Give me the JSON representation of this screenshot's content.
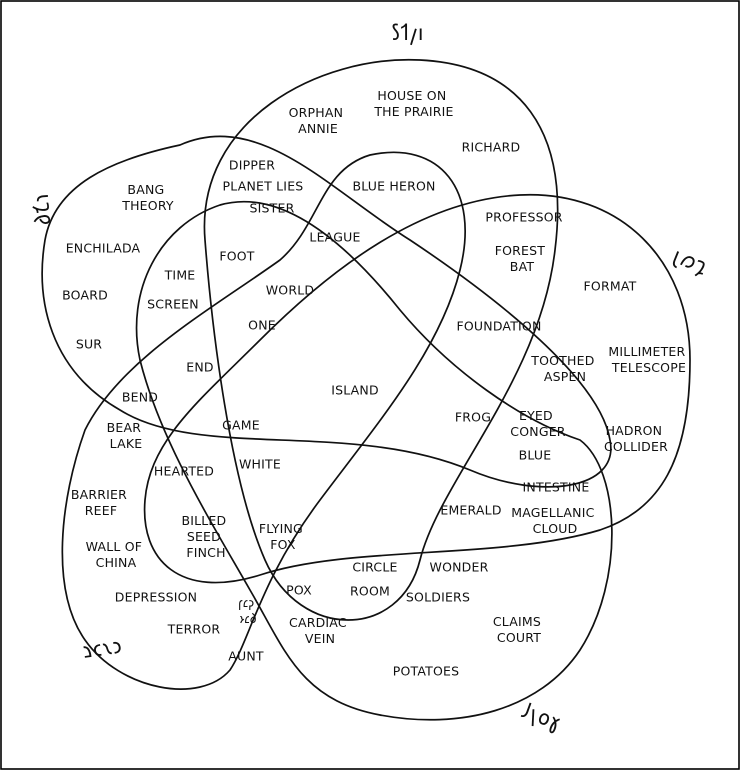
{
  "set_names": [
    {
      "id": "top",
      "text": "𐑕𐑑𐑢𐑦"
    },
    {
      "id": "left",
      "text": "𐑔𐑗𐑪"
    },
    {
      "id": "right",
      "text": "𐑚𐑼𐑡"
    },
    {
      "id": "bottom-left",
      "text": "𐑤𐑯𐑮𐑱"
    },
    {
      "id": "bottom-right",
      "text": "𐑙𐑴𐑘𐑝"
    }
  ],
  "items": [
    {
      "id": "orphan-annie",
      "lines": [
        "ORPHAN",
        "ANNIE"
      ]
    },
    {
      "id": "house-on-the-prairie",
      "lines": [
        "HOUSE ON",
        "THE PRAIRIE"
      ]
    },
    {
      "id": "richard",
      "lines": [
        "RICHARD"
      ]
    },
    {
      "id": "dipper",
      "lines": [
        "DIPPER"
      ]
    },
    {
      "id": "planet-lies",
      "lines": [
        "PLANET LIES"
      ]
    },
    {
      "id": "sister",
      "lines": [
        "SISTER"
      ]
    },
    {
      "id": "blue-heron",
      "lines": [
        "BLUE HERON"
      ]
    },
    {
      "id": "professor",
      "lines": [
        "PROFESSOR"
      ]
    },
    {
      "id": "forest-bat",
      "lines": [
        "FOREST",
        "BAT"
      ]
    },
    {
      "id": "league",
      "lines": [
        "LEAGUE"
      ]
    },
    {
      "id": "bang-theory",
      "lines": [
        "BANG",
        "THEORY"
      ]
    },
    {
      "id": "enchilada",
      "lines": [
        "ENCHILADA"
      ]
    },
    {
      "id": "board",
      "lines": [
        "BOARD"
      ]
    },
    {
      "id": "sur",
      "lines": [
        "SUR"
      ]
    },
    {
      "id": "time",
      "lines": [
        "TIME"
      ]
    },
    {
      "id": "screen",
      "lines": [
        "SCREEN"
      ]
    },
    {
      "id": "foot",
      "lines": [
        "FOOT"
      ]
    },
    {
      "id": "world",
      "lines": [
        "WORLD"
      ]
    },
    {
      "id": "one",
      "lines": [
        "ONE"
      ]
    },
    {
      "id": "end",
      "lines": [
        "END"
      ]
    },
    {
      "id": "format",
      "lines": [
        "FORMAT"
      ]
    },
    {
      "id": "foundation",
      "lines": [
        "FOUNDATION"
      ]
    },
    {
      "id": "toothed-aspen",
      "lines": [
        "TOOTHED",
        "ASPEN"
      ]
    },
    {
      "id": "millimeter-telescope",
      "lines": [
        "MILLIMETER",
        "TELESCOPE"
      ]
    },
    {
      "id": "island",
      "lines": [
        "ISLAND"
      ]
    },
    {
      "id": "bend",
      "lines": [
        "BEND"
      ]
    },
    {
      "id": "bear-lake",
      "lines": [
        "BEAR",
        "LAKE"
      ]
    },
    {
      "id": "game",
      "lines": [
        "GAME"
      ]
    },
    {
      "id": "frog",
      "lines": [
        "FROG"
      ]
    },
    {
      "id": "eyed-conger",
      "lines": [
        "EYED",
        "CONGER"
      ]
    },
    {
      "id": "blue",
      "lines": [
        "BLUE"
      ]
    },
    {
      "id": "hadron-collider",
      "lines": [
        "HADRON",
        "COLLIDER"
      ]
    },
    {
      "id": "hearted",
      "lines": [
        "HEARTED"
      ]
    },
    {
      "id": "white",
      "lines": [
        "WHITE"
      ]
    },
    {
      "id": "intestine",
      "lines": [
        "INTESTINE"
      ]
    },
    {
      "id": "barrier-reef",
      "lines": [
        "BARRIER",
        "REEF"
      ]
    },
    {
      "id": "emerald",
      "lines": [
        "EMERALD"
      ]
    },
    {
      "id": "magellanic-cloud",
      "lines": [
        "MAGELLANIC",
        "CLOUD"
      ]
    },
    {
      "id": "billed-seed-finch",
      "lines": [
        "BILLED",
        "SEED",
        "FINCH"
      ]
    },
    {
      "id": "flying-fox",
      "lines": [
        "FLYING",
        "FOX"
      ]
    },
    {
      "id": "wall-of-china",
      "lines": [
        "WALL OF",
        "CHINA"
      ]
    },
    {
      "id": "circle",
      "lines": [
        "CIRCLE"
      ]
    },
    {
      "id": "wonder",
      "lines": [
        "WONDER"
      ]
    },
    {
      "id": "pox",
      "lines": [
        "POX"
      ]
    },
    {
      "id": "room",
      "lines": [
        "ROOM"
      ]
    },
    {
      "id": "soldiers",
      "lines": [
        "SOLDIERS"
      ]
    },
    {
      "id": "depression",
      "lines": [
        "DEPRESSION"
      ]
    },
    {
      "id": "inverted-glyphs",
      "lines": [
        "𐑞𐑲𐑬",
        "𐑒𐑲𐑓"
      ]
    },
    {
      "id": "claims-court",
      "lines": [
        "CLAIMS",
        "COURT"
      ]
    },
    {
      "id": "terror",
      "lines": [
        "TERROR"
      ]
    },
    {
      "id": "cardiac-vein",
      "lines": [
        "CARDIAC",
        "VEIN"
      ]
    },
    {
      "id": "aunt",
      "lines": [
        "AUNT"
      ]
    },
    {
      "id": "potatoes",
      "lines": [
        "POTATOES"
      ]
    }
  ]
}
